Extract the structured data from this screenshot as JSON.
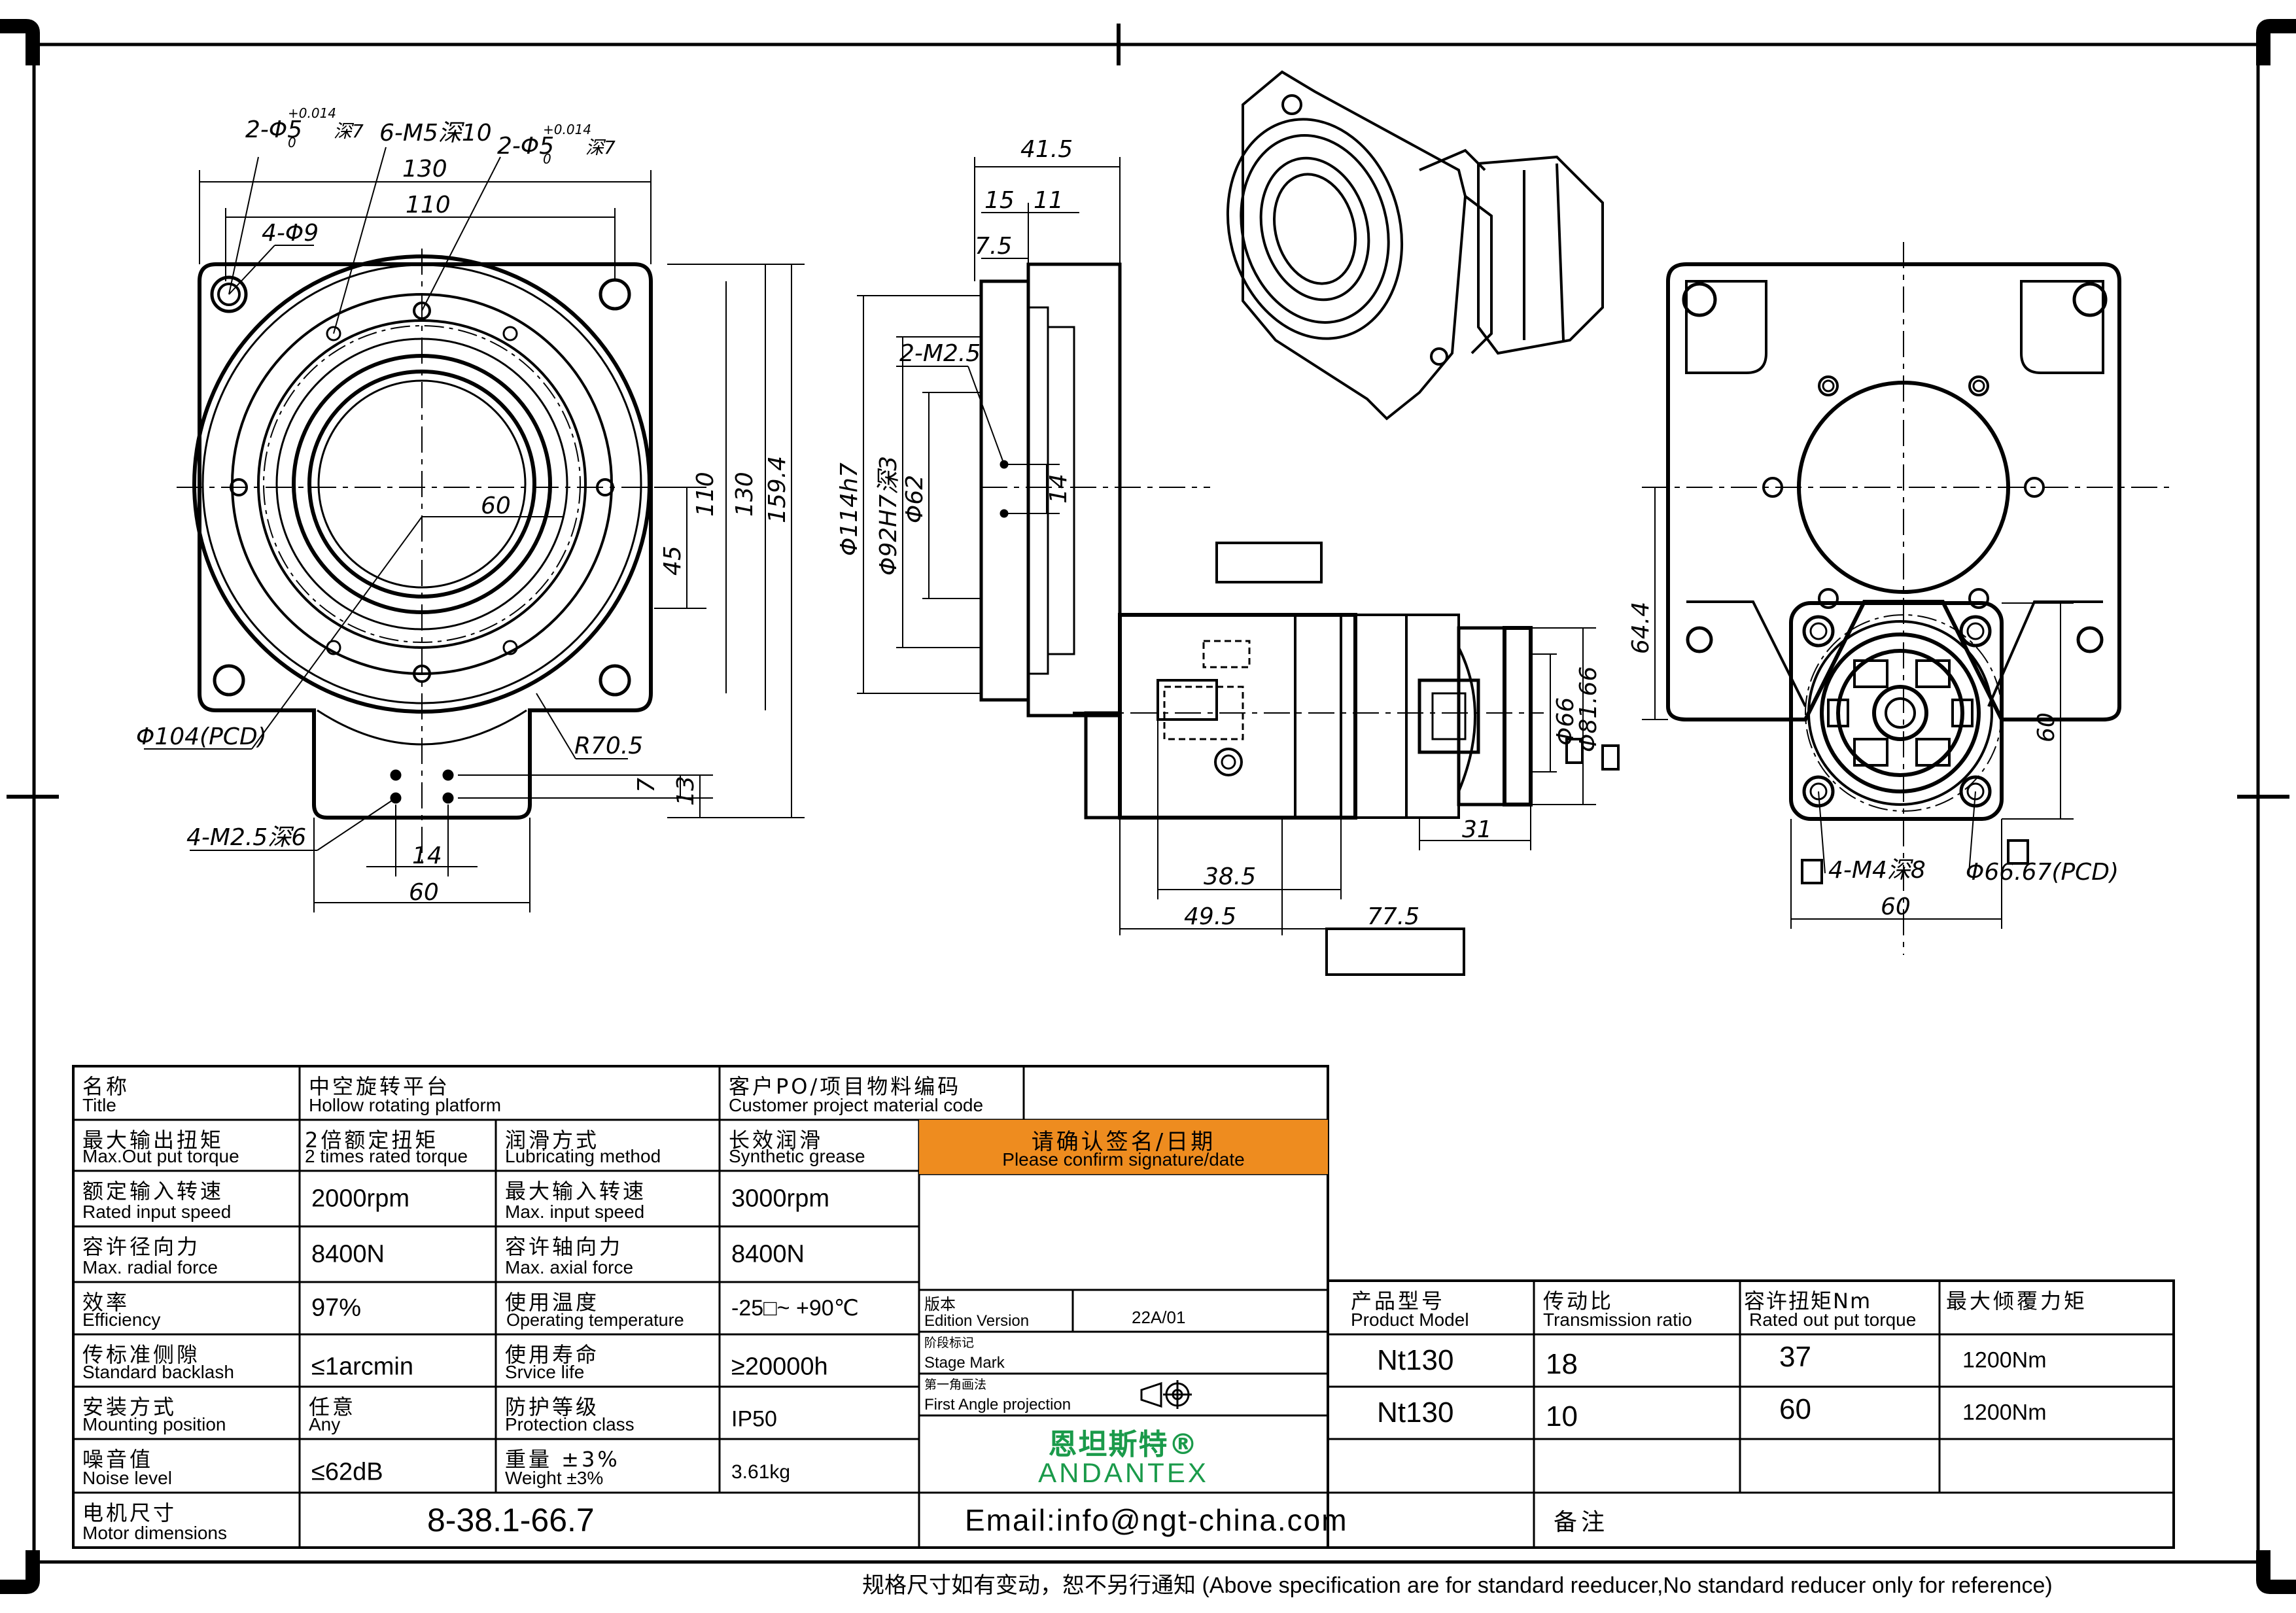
{
  "dimensions": {
    "front": [
      "2-Φ5",
      "+0.014",
      "0",
      "深7",
      "6-M5深10",
      "2-Φ5",
      "+0.014",
      "0",
      "深7",
      "130",
      "110",
      "4-Φ9",
      "60",
      "110",
      "130",
      "159.4",
      "45",
      "Φ104(PCD)",
      "R70.5",
      "4-M2.5深6",
      "7",
      "13",
      "14",
      "60"
    ],
    "side": [
      "41.5",
      "15",
      "11",
      "7.5",
      "2-M2.5",
      "Φ114h7",
      "Φ92H7深3",
      "Φ62",
      "14",
      "Φ66",
      "Φ81.66",
      "31",
      "38.5",
      "49.5",
      "77.5"
    ],
    "motor": [
      "64.4",
      "60",
      "4-M4深8",
      "Φ66.67(PCD)",
      "60"
    ]
  },
  "table": {
    "title": {
      "cn": "名称",
      "en": "Title"
    },
    "title_value": {
      "cn": "中空旋转平台",
      "en": "Hollow rotating platform"
    },
    "customer_code": {
      "cn": "客户PO/项目物料编码",
      "en": "Customer project material code"
    },
    "max_torque": {
      "cn": "最大输出扭矩",
      "en": "Max.Out put torque"
    },
    "max_torque_value": {
      "cn": "2倍额定扭矩",
      "en": "2 times rated torque"
    },
    "lubricating": {
      "cn": "润滑方式",
      "en": "Lubricating method"
    },
    "lubricating_value": {
      "cn": "长效润滑",
      "en": "Synthetic grease"
    },
    "signature": {
      "cn": "请确认签名/日期",
      "en": "Please confirm signature/date"
    },
    "rated_speed": {
      "cn": "额定输入转速",
      "en": "Rated input speed"
    },
    "rated_speed_value": "2000rpm",
    "max_speed": {
      "cn": "最大输入转速",
      "en": "Max. input speed"
    },
    "max_speed_value": "3000rpm",
    "radial": {
      "cn": "容许径向力",
      "en": "Max. radial force"
    },
    "radial_value": "8400N",
    "axial": {
      "cn": "容许轴向力",
      "en": "Max. axial force"
    },
    "axial_value": "8400N",
    "efficiency": {
      "cn": "效率",
      "en": "Efficiency"
    },
    "efficiency_value": "97%",
    "op_temp": {
      "cn": "使用温度",
      "en": "Operating temperature"
    },
    "op_temp_value": "-25□~ +90℃",
    "backlash": {
      "cn": "传标准侧隙",
      "en": "Standard backlash"
    },
    "backlash_value": "≤1arcmin",
    "service": {
      "cn": "使用寿命",
      "en": "Srvice life"
    },
    "service_value": "≥20000h",
    "mounting": {
      "cn": "安装方式",
      "en": "Mounting position"
    },
    "mounting_value": {
      "cn": "任意",
      "en": "Any"
    },
    "protection": {
      "cn": "防护等级",
      "en": "Protection class"
    },
    "protection_value": "IP50",
    "noise": {
      "cn": "噪音值",
      "en": "Noise level"
    },
    "noise_value": "≤62dB",
    "weight": {
      "cn": "重量 ±3%",
      "en": "Weight ±3%"
    },
    "weight_value": "3.61kg",
    "motor_dim": {
      "cn": "电机尺寸",
      "en": "Motor dimensions"
    },
    "motor_dim_value": "8-38.1-66.7",
    "edition": {
      "cn": "版本",
      "en": "Edition Version"
    },
    "edition_value": "22A/01",
    "stage": {
      "cn": "阶段标记",
      "en": "Stage Mark"
    },
    "projection": {
      "cn": "第一角画法",
      "en": "First Angle projection"
    },
    "company": {
      "cn": "恩坦斯特®",
      "en": "ANDANTEX"
    },
    "email": "Email:info@ngt-china.com",
    "remark": "备注",
    "model_header": {
      "cn": "产品型号",
      "en": "Product Model"
    },
    "ratio_header": {
      "cn": "传动比",
      "en": "Transmission ratio"
    },
    "rated_torque_header": {
      "cn": "容许扭矩Nm",
      "en": "Rated out put torque"
    },
    "tilt_header": {
      "cn": "最大倾覆力矩"
    },
    "rows": [
      {
        "model": "Nt130",
        "ratio": "18",
        "torque": "37",
        "tilt": "1200Nm"
      },
      {
        "model": "Nt130",
        "ratio": "10",
        "torque": "60",
        "tilt": "1200Nm"
      }
    ]
  },
  "footer": "规格尺寸如有变动，恕不另行通知   (Above specification are for standard reeducer,No standard reducer only for reference)",
  "colors": {
    "signature_bg": "#ee8c1f",
    "company_green": "#1a9a4a"
  }
}
